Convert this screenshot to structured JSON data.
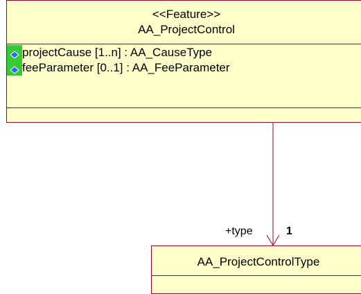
{
  "main_class": {
    "stereotype": "<<Feature>>",
    "name": "AA_ProjectControl",
    "attributes": [
      {
        "text": "projectCause [1..n] : AA_CauseType",
        "icon": "attribute-icon"
      },
      {
        "text": "feeParameter [0..1] : AA_FeeParameter",
        "icon": "attribute-icon"
      }
    ]
  },
  "target_class": {
    "name": "AA_ProjectControlType"
  },
  "association": {
    "role": "+type",
    "multiplicity": "1"
  },
  "colors": {
    "class_fill": "#ffffcc",
    "class_border": "#990033",
    "line": "#990033",
    "icon_green": "#33cc33",
    "icon_blue": "#3366ff"
  }
}
